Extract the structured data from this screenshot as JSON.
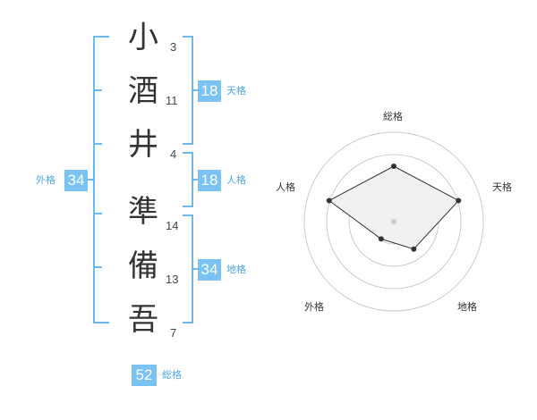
{
  "name_chars": [
    {
      "char": "小",
      "strokes": "3"
    },
    {
      "char": "酒",
      "strokes": "11"
    },
    {
      "char": "井",
      "strokes": "4"
    },
    {
      "char": "準",
      "strokes": "14"
    },
    {
      "char": "備",
      "strokes": "13"
    },
    {
      "char": "吾",
      "strokes": "7"
    }
  ],
  "fortunes": {
    "tenkaku": {
      "value": "18",
      "label": "天格"
    },
    "jinkaku": {
      "value": "18",
      "label": "人格"
    },
    "chikaku": {
      "value": "34",
      "label": "地格"
    },
    "gaikaku": {
      "value": "34",
      "label": "外格"
    },
    "soukaku": {
      "value": "52",
      "label": "総格"
    }
  },
  "chart_data": {
    "type": "radar",
    "categories": [
      "総格",
      "天格",
      "地格",
      "外格",
      "人格"
    ],
    "values": [
      0.62,
      0.76,
      0.38,
      0.24,
      0.76
    ],
    "rings": 4,
    "colors": {
      "ring": "#cccccc",
      "fill": "#f0f0f0",
      "line": "#333333",
      "center": "#cccccc"
    }
  },
  "colors": {
    "accent": "#7ac2f2",
    "accent_text": "#4fa8e6",
    "bracket": "#6bb8ee"
  }
}
